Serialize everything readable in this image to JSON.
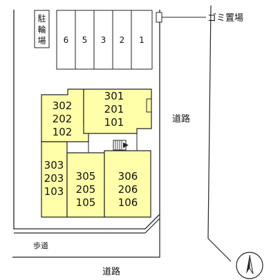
{
  "colors": {
    "building": "#FFFFAA",
    "line": "#222222",
    "background": "#FFFFFF"
  },
  "labels": {
    "bicycle_parking": "駐輪場",
    "garbage_area": "ゴミ置場",
    "road_right": "道路",
    "road_bottom": "道路",
    "sidewalk": "歩道"
  },
  "parking_spaces": [
    "6",
    "5",
    "3",
    "2",
    "1"
  ],
  "units": {
    "u302": [
      "302",
      "202",
      "102"
    ],
    "u301": [
      "301",
      "201",
      "101"
    ],
    "u303": [
      "303",
      "203",
      "103"
    ],
    "u305": [
      "305",
      "205",
      "105"
    ],
    "u306": [
      "306",
      "206",
      "106"
    ]
  },
  "icons": {
    "north_arrow": "north-arrow-icon",
    "stairs": "stairs-icon"
  }
}
